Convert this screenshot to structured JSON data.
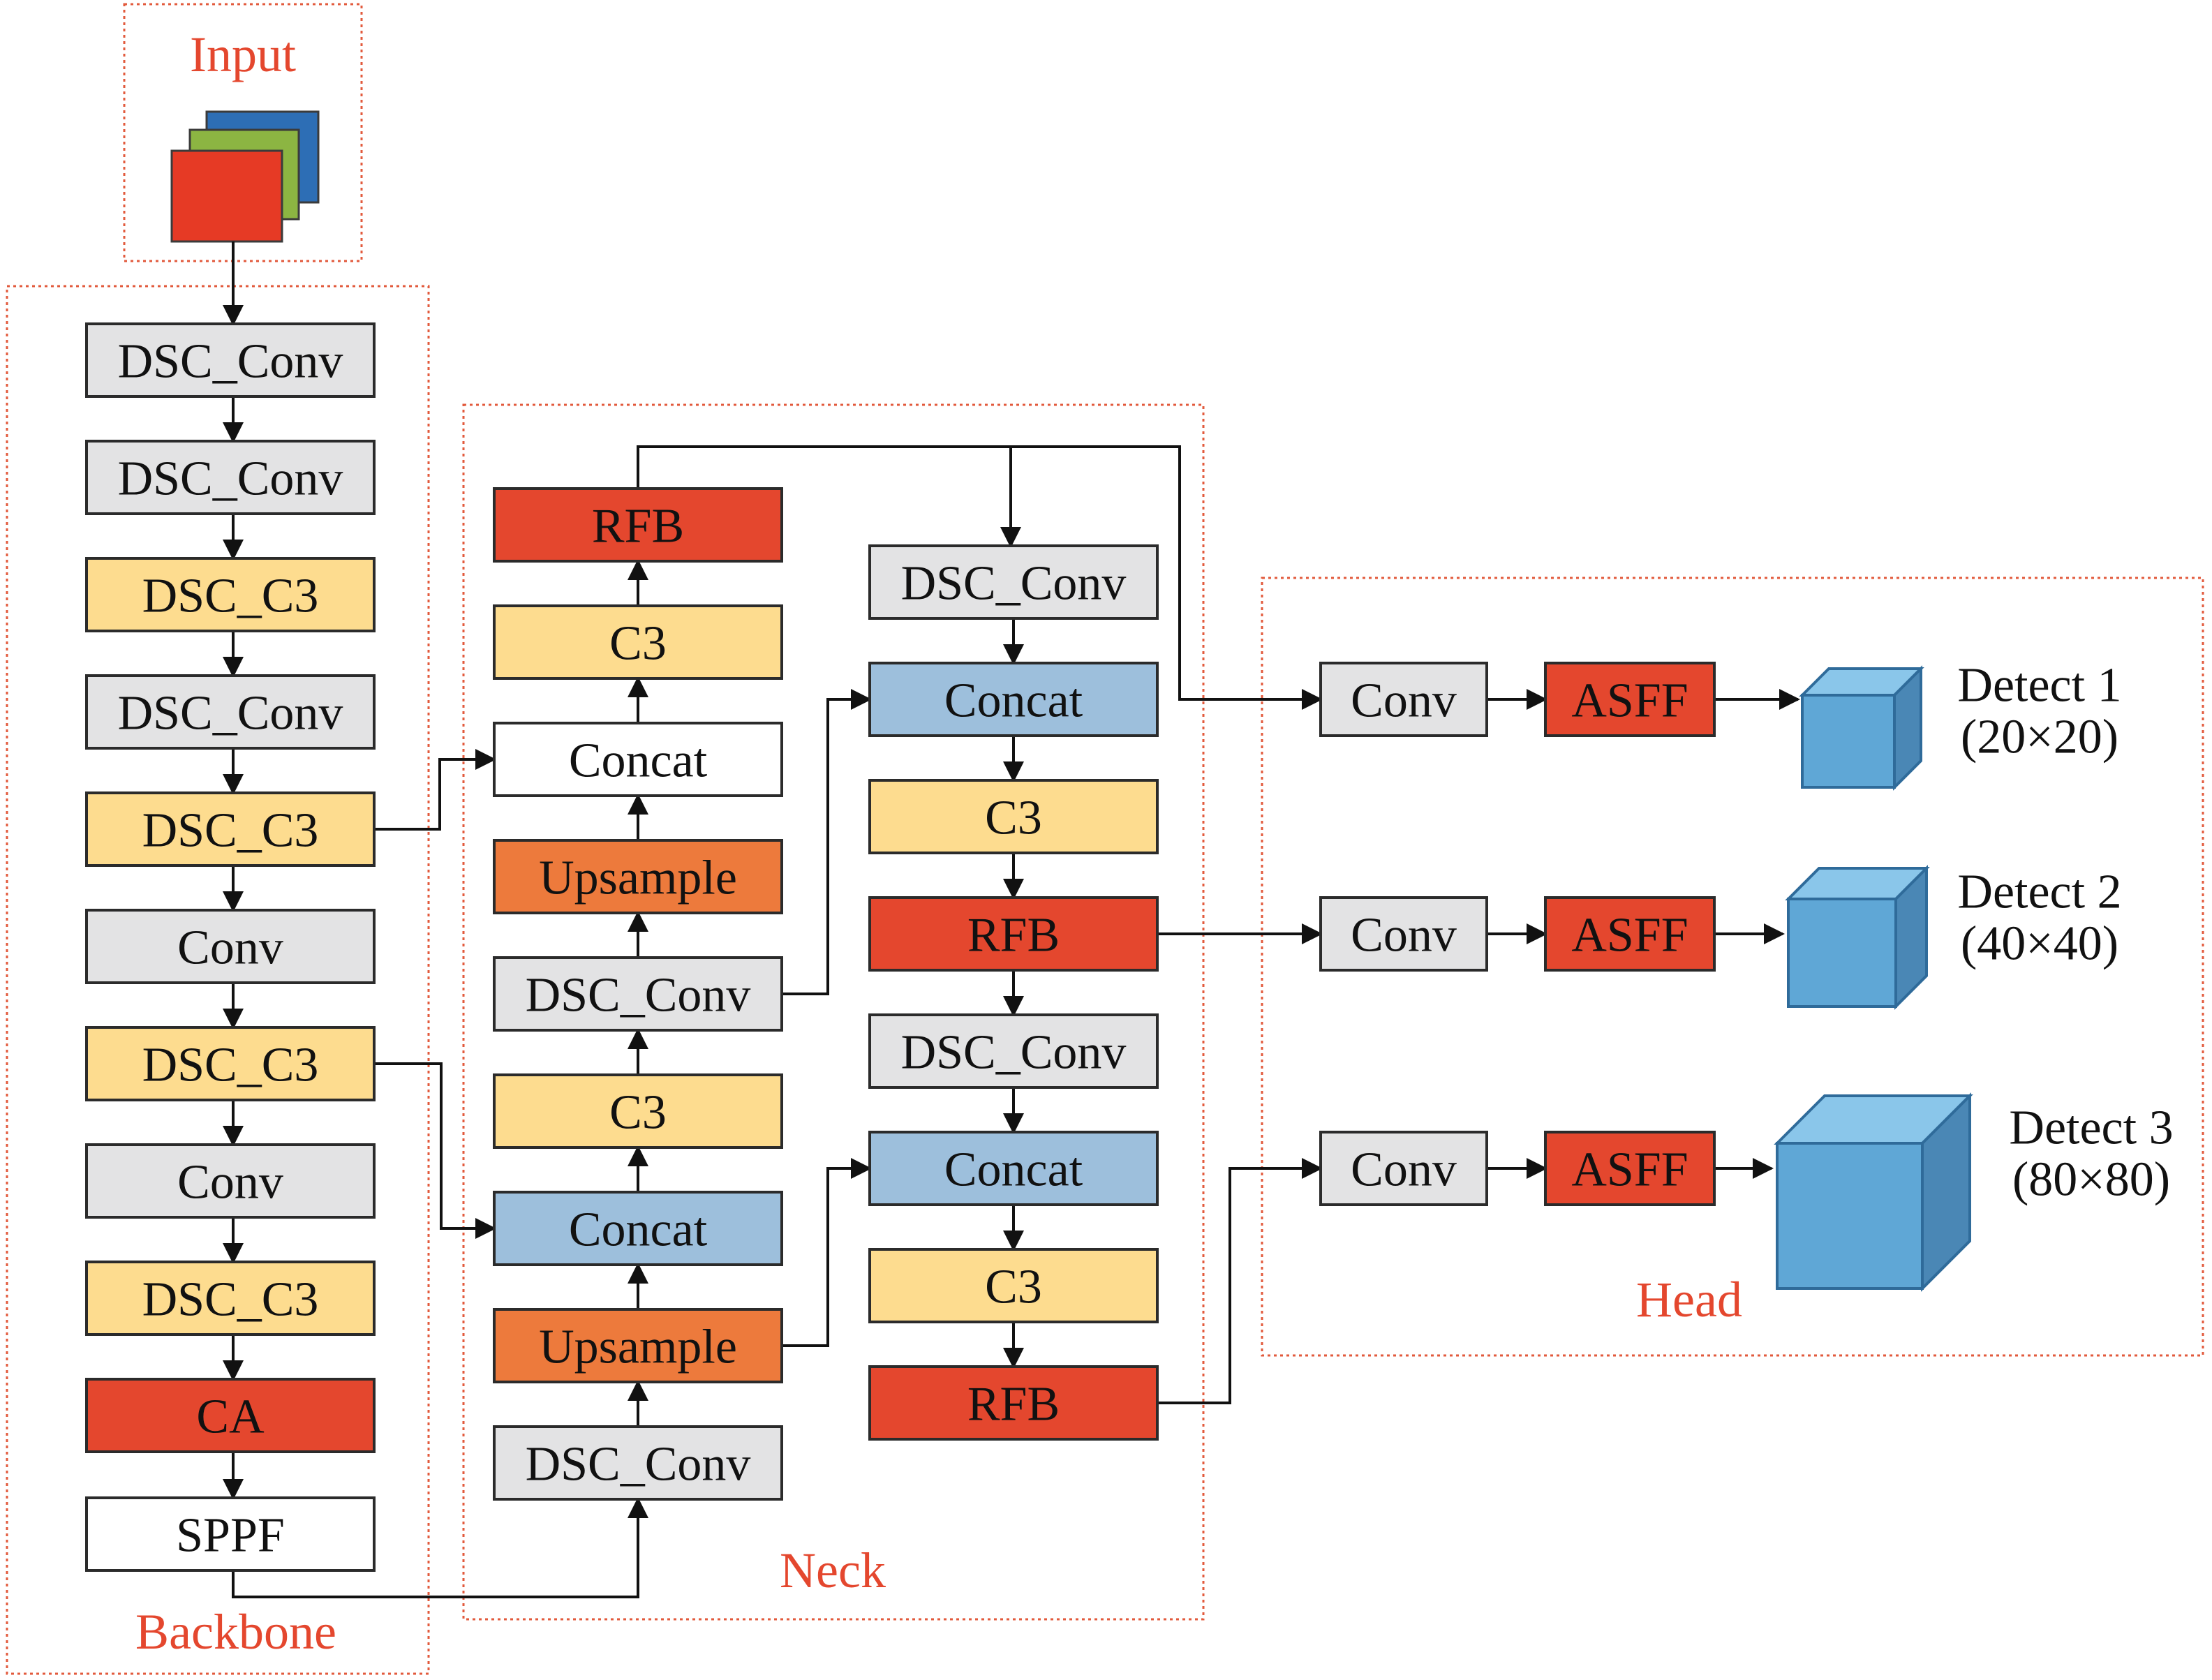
{
  "colors": {
    "gray": "#e3e3e4",
    "yellow": "#fddc8f",
    "red": "#e4472e",
    "white": "#ffffff",
    "blue": "#9dbfdc",
    "orange": "#ed7a3c",
    "region_label": "#e4472e",
    "cube_front": "#5fa7d6",
    "cube_top": "#8ac6ea",
    "cube_side": "#4a87b5",
    "cube_stroke": "#2f6b9a",
    "input_red": "#e63a25",
    "input_green": "#8cb542",
    "input_blue": "#2d6eb5"
  },
  "regions": {
    "input": "Input",
    "backbone": "Backbone",
    "neck": "Neck",
    "head": "Head"
  },
  "backbone": [
    {
      "label": "DSC_Conv",
      "color": "gray"
    },
    {
      "label": "DSC_Conv",
      "color": "gray"
    },
    {
      "label": "DSC_C3",
      "color": "yellow"
    },
    {
      "label": "DSC_Conv",
      "color": "gray"
    },
    {
      "label": "DSC_C3",
      "color": "yellow"
    },
    {
      "label": "Conv",
      "color": "gray"
    },
    {
      "label": "DSC_C3",
      "color": "yellow"
    },
    {
      "label": "Conv",
      "color": "gray"
    },
    {
      "label": "DSC_C3",
      "color": "yellow"
    },
    {
      "label": "CA",
      "color": "red"
    },
    {
      "label": "SPPF",
      "color": "white"
    }
  ],
  "neck_left": [
    {
      "label": "RFB",
      "color": "red"
    },
    {
      "label": "C3",
      "color": "yellow"
    },
    {
      "label": "Concat",
      "color": "white"
    },
    {
      "label": "Upsample",
      "color": "orange"
    },
    {
      "label": "DSC_Conv",
      "color": "gray"
    },
    {
      "label": "C3",
      "color": "yellow"
    },
    {
      "label": "Concat",
      "color": "blue"
    },
    {
      "label": "Upsample",
      "color": "orange"
    },
    {
      "label": "DSC_Conv",
      "color": "gray"
    }
  ],
  "neck_right": [
    {
      "label": "DSC_Conv",
      "color": "gray"
    },
    {
      "label": "Concat",
      "color": "blue"
    },
    {
      "label": "C3",
      "color": "yellow"
    },
    {
      "label": "RFB",
      "color": "red"
    },
    {
      "label": "DSC_Conv",
      "color": "gray"
    },
    {
      "label": "Concat",
      "color": "blue"
    },
    {
      "label": "C3",
      "color": "yellow"
    },
    {
      "label": "RFB",
      "color": "red"
    }
  ],
  "head": [
    {
      "conv": "Conv",
      "asff": "ASFF",
      "detect": "Detect 1",
      "size": "(20×20)"
    },
    {
      "conv": "Conv",
      "asff": "ASFF",
      "detect": "Detect 2",
      "size": "(40×40)"
    },
    {
      "conv": "Conv",
      "asff": "ASFF",
      "detect": "Detect 3",
      "size": "(80×80)"
    }
  ]
}
